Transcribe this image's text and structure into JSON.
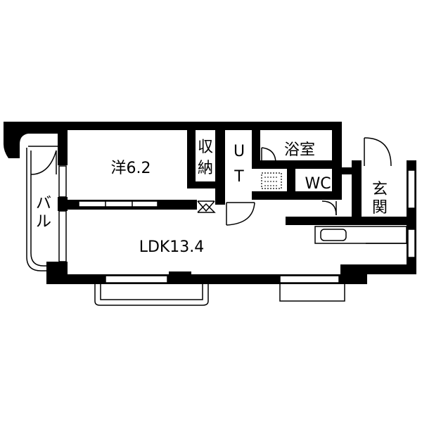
{
  "floorplan": {
    "rooms": {
      "western_room": "洋6.2",
      "storage": [
        "収",
        "納"
      ],
      "utility": [
        "U",
        "T"
      ],
      "bath": "浴室",
      "toilet": "WC",
      "entrance": [
        "玄",
        "関"
      ],
      "balcony": [
        "バ",
        "ル"
      ],
      "ldk": "LDK13.4"
    },
    "colors": {
      "wall": "#000000",
      "background": "#ffffff"
    }
  }
}
